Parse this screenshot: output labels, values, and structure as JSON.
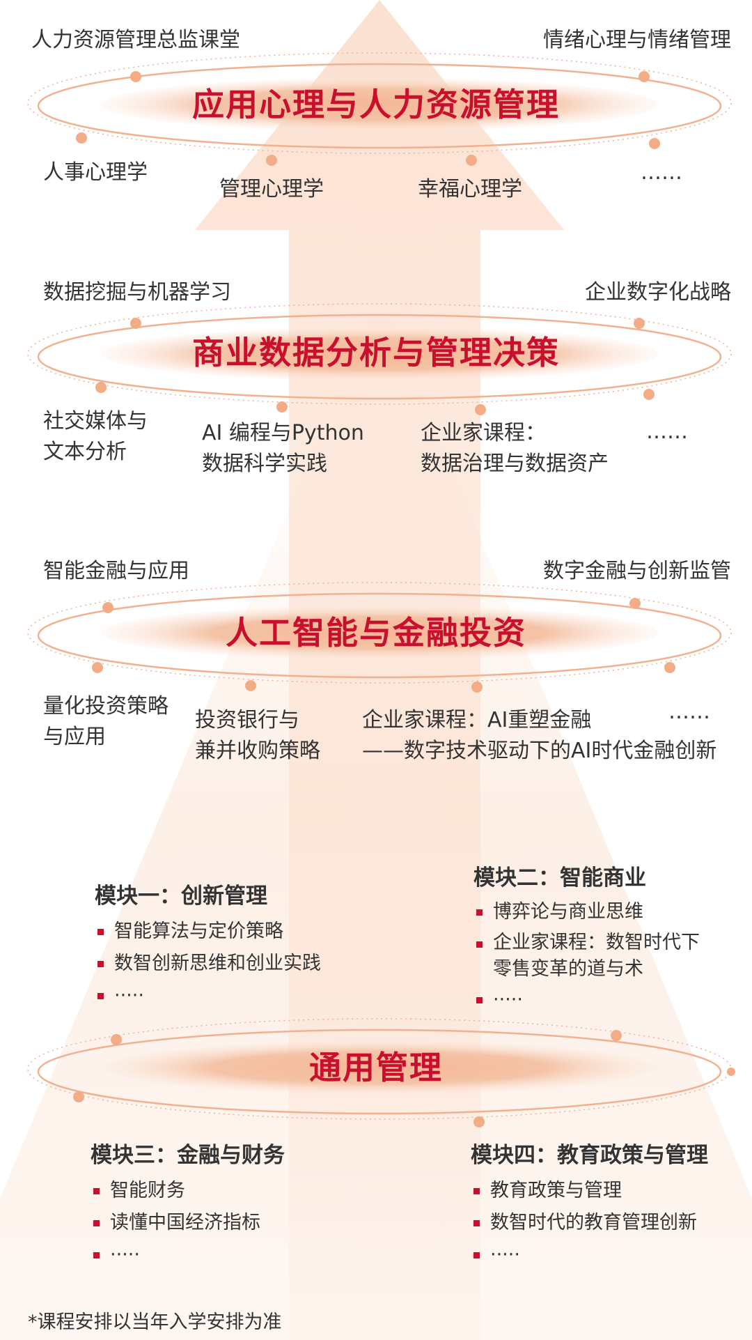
{
  "colors": {
    "accent": "#c8102e",
    "arrow": "#f6c9ae",
    "ellipse_fill": "#f2b08f",
    "ring": "#f2b08f",
    "dot": "#f2ad87",
    "text": "#333333"
  },
  "tier1": {
    "title": "应用心理与人力资源管理",
    "top_left": "人力资源管理总监课堂",
    "top_right": "情绪心理与情绪管理",
    "bottom": [
      "人事心理学",
      "管理心理学",
      "幸福心理学",
      "……"
    ]
  },
  "tier2": {
    "title": "商业数据分析与管理决策",
    "top_left": "数据挖掘与机器学习",
    "top_right": "企业数字化战略",
    "bottom": [
      [
        "社交媒体与",
        "文本分析"
      ],
      [
        "AI 编程与Python",
        "数据科学实践"
      ],
      [
        "企业家课程：",
        "数据治理与数据资产"
      ],
      "……"
    ]
  },
  "tier3": {
    "title": "人工智能与金融投资",
    "top_left": "智能金融与应用",
    "top_right": "数字金融与创新监管",
    "bottom": [
      [
        "量化投资策略",
        "与应用"
      ],
      [
        "投资银行与",
        "兼并收购策略"
      ],
      [
        "企业家课程：AI重塑金融",
        "——数字技术驱动下的AI时代金融创新"
      ],
      "……"
    ]
  },
  "tier4": {
    "title": "通用管理",
    "modules": [
      {
        "title": "模块一：创新管理",
        "items": [
          "智能算法与定价策略",
          "数智创新思维和创业实践",
          "·····"
        ]
      },
      {
        "title": "模块二：智能商业",
        "items": [
          "博弈论与商业思维",
          [
            "企业家课程：数智时代下",
            "零售变革的道与术"
          ],
          "·····"
        ]
      },
      {
        "title": "模块三：金融与财务",
        "items": [
          "智能财务",
          "读懂中国经济指标",
          "·····"
        ]
      },
      {
        "title": "模块四：教育政策与管理",
        "items": [
          "教育政策与管理",
          "数智时代的教育管理创新",
          "·····"
        ]
      }
    ]
  },
  "footnote": "*课程安排以当年入学安排为准"
}
